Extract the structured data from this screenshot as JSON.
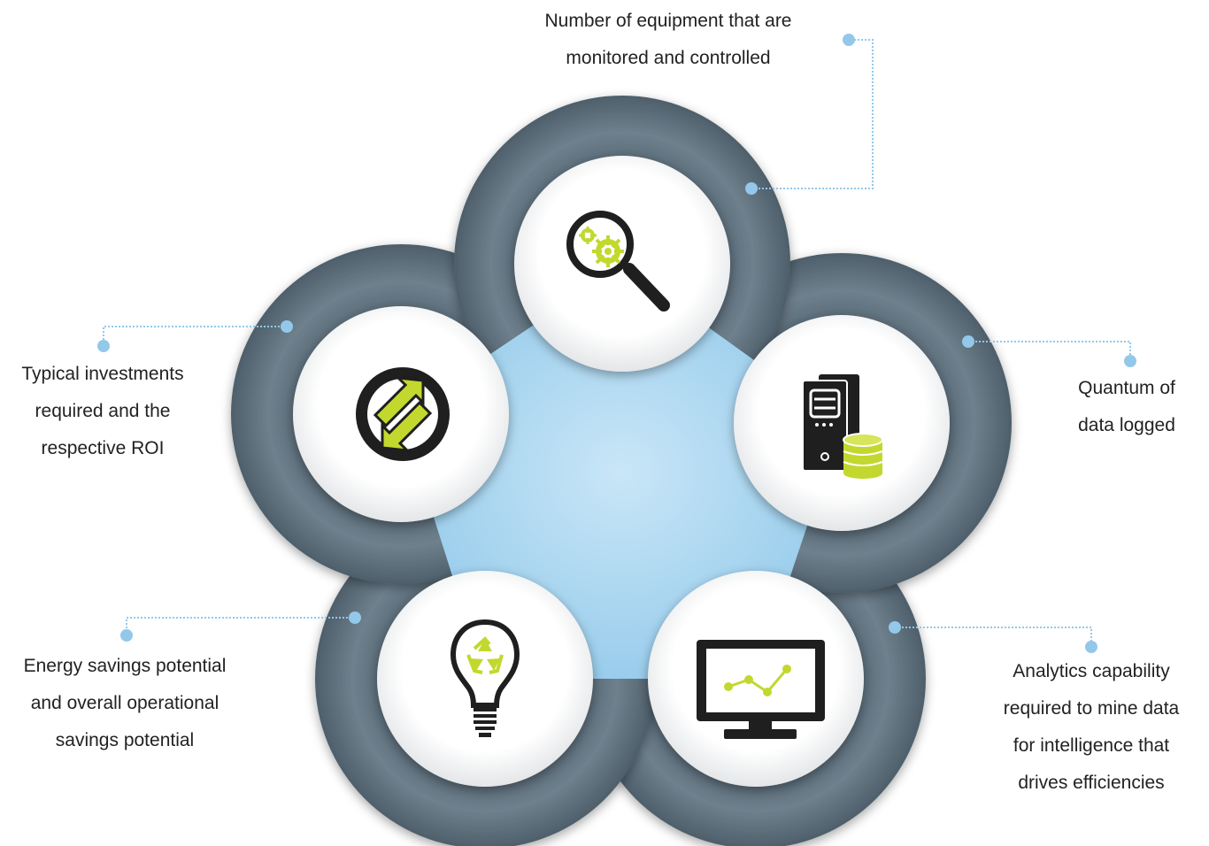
{
  "colors": {
    "outer_ring": "#6c7d8a",
    "inner_core": "#99cdec",
    "inner_disc": "#ffffff",
    "accent_green": "#c2d82e",
    "icon_dark": "#1f1f1f",
    "connector": "#93c8ea"
  },
  "nodes": [
    {
      "id": "top",
      "icon": "magnifier-gears-icon",
      "label_lines": [
        "Number of equipment that are",
        "monitored and controlled"
      ]
    },
    {
      "id": "right",
      "icon": "server-database-icon",
      "label_lines": [
        "Quantum of",
        "data logged"
      ]
    },
    {
      "id": "bottom-right",
      "icon": "monitor-chart-icon",
      "label_lines": [
        "Analytics capability",
        "required to mine data",
        "for intelligence that",
        "drives efficiencies"
      ]
    },
    {
      "id": "bottom-left",
      "icon": "lightbulb-recycle-icon",
      "label_lines": [
        "Energy savings potential",
        "and overall operational",
        "savings potential"
      ]
    },
    {
      "id": "left",
      "icon": "refresh-arrows-icon",
      "label_lines": [
        "Typical investments",
        "required and the",
        "respective ROI"
      ]
    }
  ]
}
